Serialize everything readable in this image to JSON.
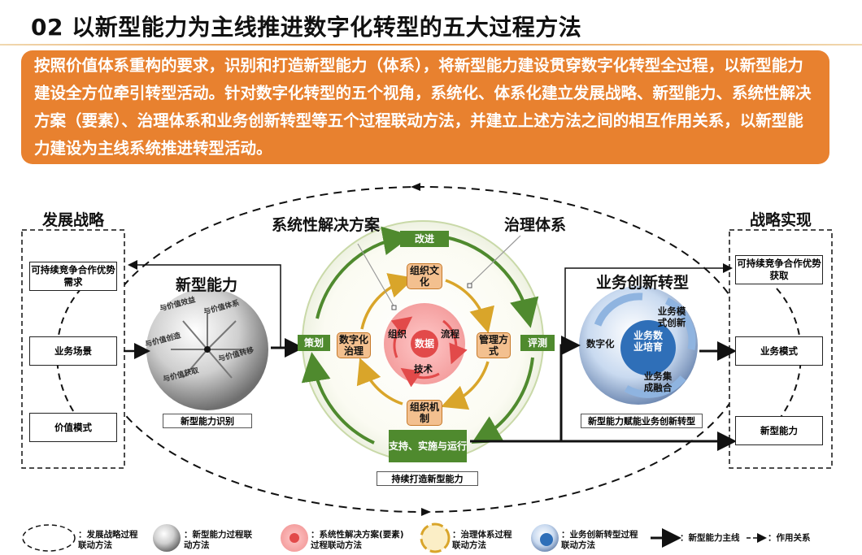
{
  "title": "02 以新型能力为主线推进数字化转型的五大过程方法",
  "intro": "按照价值体系重构的要求，识别和打造新型能力（体系），将新型能力建设贯穿数字化转型全过程，以新型能力建设全方位牵引转型活动。针对数字化转型的五个视角，系统化、体系化建立发展战略、新型能力、系统性解决方案（要素）、治理体系和业务创新转型等五个过程联动方法，并建立上述方法之间的相互作用关系，以新型能力建设为主线系统推进转型活动。",
  "left": {
    "heading": "发展战略",
    "boxes": [
      "可持续竞争合作优势需求",
      "业务场景",
      "价值模式"
    ]
  },
  "ability": {
    "heading": "新型能力",
    "caption": "新型能力识别",
    "sphere_texts": [
      "与价值效益",
      "与价值体系",
      "与价值创造",
      "与价值转移",
      "与价值获取"
    ]
  },
  "center": {
    "heading_solution": "系统性解决方案",
    "heading_governance": "治理体系",
    "cycle": {
      "top": "改进",
      "left": "策划",
      "right": "评测",
      "bottom": "支持、实施与运行"
    },
    "governance_items": {
      "top": "组织文化",
      "left": "数字化治理",
      "right": "管理方式",
      "bottom": "组织机制"
    },
    "core": {
      "center": "数据",
      "left": "组织",
      "right": "流程",
      "bottom": "技术"
    },
    "caption": "持续打造新型能力"
  },
  "business": {
    "heading": "业务创新转型",
    "labels": {
      "left": "数字化",
      "top": "业务模式创新",
      "center": "业务数业培育",
      "bottom": "业务集成融合"
    },
    "caption": "新型能力赋能业务创新转型"
  },
  "right": {
    "heading": "战略实现",
    "boxes": [
      "可持续竞争合作优势获取",
      "业务模式",
      "新型能力"
    ]
  },
  "legend": [
    {
      "icon": "dashed-ellipse-icon",
      "text": "：发展战略过程联动方法"
    },
    {
      "icon": "gray-sphere-icon",
      "text": "：新型能力过程联动方法"
    },
    {
      "icon": "red-circle-icon",
      "text": "：系统性解决方案(要素)过程联动方法"
    },
    {
      "icon": "yellow-cycle-icon",
      "text": "：治理体系过程联动方法"
    },
    {
      "icon": "blue-sphere-icon",
      "text": "：业务创新转型过程联动方法"
    },
    {
      "icon": "solid-arrow-icon",
      "text": "：新型能力主线"
    },
    {
      "icon": "dashed-arrow-icon",
      "text": "：作用关系"
    }
  ],
  "colors": {
    "accent_orange": "#e8812f",
    "cycle_green": "#4f8a2e",
    "governance_orange": "#f3c08f",
    "core_red": "#e24a4a"
  }
}
